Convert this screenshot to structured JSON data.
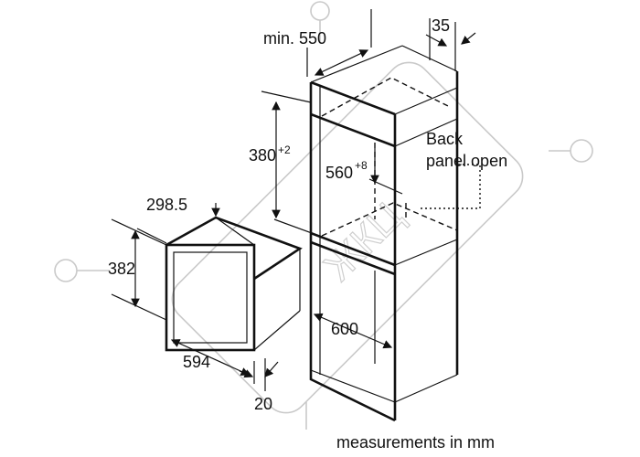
{
  "dimensions": {
    "cabinet_depth": "min. 550",
    "side_panel": "35",
    "niche_height_base": "380",
    "niche_height_tol": "+2",
    "niche_width_base": "560",
    "niche_width_tol": "+8",
    "appliance_depth": "298.5",
    "appliance_height": "382",
    "appliance_width": "594",
    "cabinet_inner_width": "600",
    "front_offset": "20"
  },
  "notes": {
    "back_panel_line1": "Back",
    "back_panel_line2": "panel open",
    "units": "measurements in mm"
  },
  "watermark": {
    "text": "ЖКЦ",
    "color": "#cfcfcf"
  }
}
